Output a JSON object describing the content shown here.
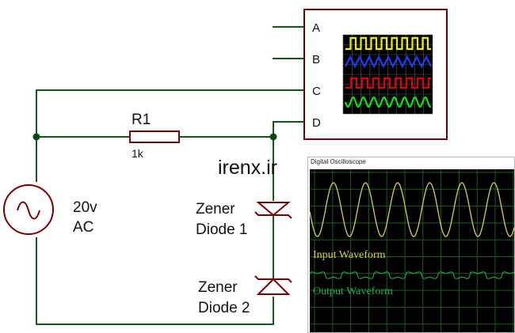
{
  "watermark": "irenx.ir",
  "colors": {
    "wire": "#0f5a1a",
    "node": "#0a4a12",
    "component": "#7a0000",
    "watermark": "#e8245a",
    "scope_grid": "#1f5a1f",
    "input_wave": "#d7d23a",
    "output_wave": "#1faa55",
    "icon_yellow": "#f1ef00",
    "icon_blue": "#1a3cff",
    "icon_red": "#e00000",
    "icon_green": "#11e011"
  },
  "source": {
    "line1": "20v",
    "line2": "AC",
    "icon": "ac-source-icon"
  },
  "resistor": {
    "name": "R1",
    "value": "1k"
  },
  "zener1": {
    "line1": "Zener",
    "line2": "Diode 1"
  },
  "zener2": {
    "line1": "Zener",
    "line2": "Diode 2"
  },
  "oscilloscope": {
    "channels": [
      "A",
      "B",
      "C",
      "D"
    ]
  },
  "scope_window": {
    "title": "Digital Oscilloscope",
    "input_label": "Input Waveform",
    "output_label": "Output Waveform"
  }
}
